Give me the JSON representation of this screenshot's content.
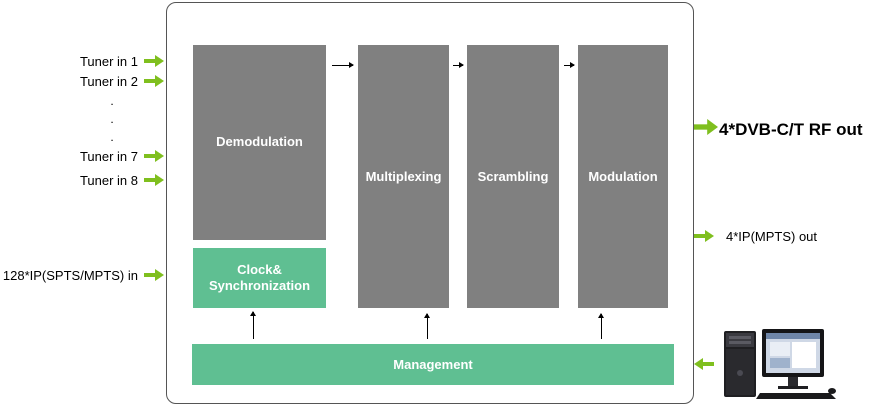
{
  "inputs": {
    "tuner1": "Tuner in 1",
    "tuner2": "Tuner in 2",
    "dots": [
      ".",
      ".",
      "."
    ],
    "tuner7": "Tuner in 7",
    "tuner8": "Tuner in 8",
    "ip_in": "128*IP(SPTS/MPTS) in"
  },
  "blocks": {
    "demodulation": "Demodulation",
    "clock_line1": "Clock&",
    "clock_line2": "Synchronization",
    "multiplexing": "Multiplexing",
    "scrambling": "Scrambling",
    "modulation": "Modulation",
    "management": "Management"
  },
  "outputs": {
    "rf_out": "4*DVB-C/T RF out",
    "ip_out": "4*IP(MPTS) out"
  },
  "colors": {
    "gray_block": "#808080",
    "teal_block": "#5fbf92",
    "green_arrow": "#7fbf1e"
  },
  "icons": {
    "arrow": "green-arrow-icon",
    "computer": "desktop-computer-icon"
  }
}
